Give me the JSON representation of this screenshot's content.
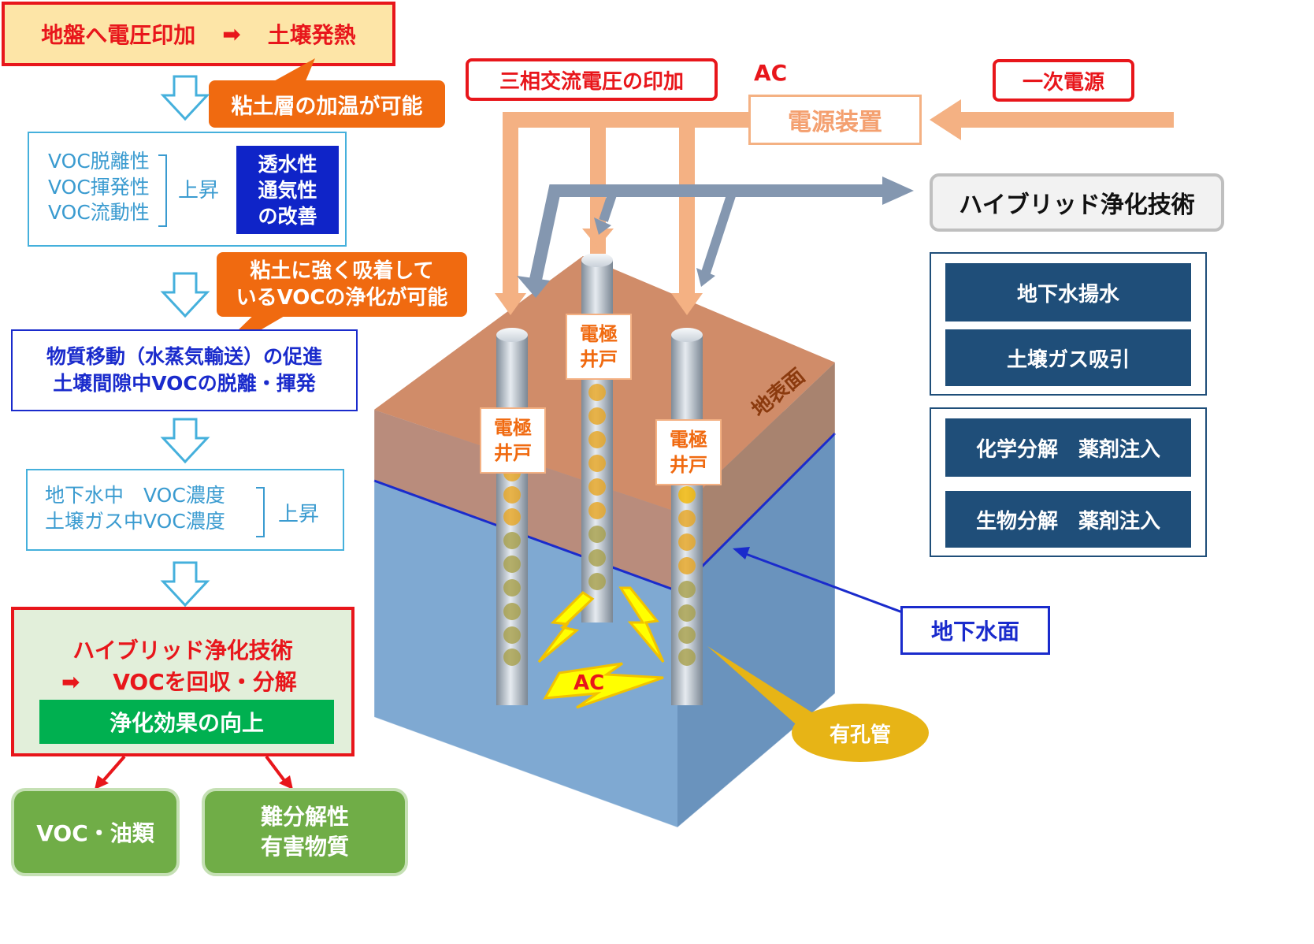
{
  "flow": {
    "top_box": {
      "left": "地盤へ電圧印加",
      "arrow": "➡",
      "right": "土壌発熱"
    },
    "callout1": "粘土層の加温が可能",
    "box2": {
      "lines": [
        "VOC脱離性",
        "VOC揮発性",
        "VOC流動性"
      ],
      "rise": "上昇",
      "improve": [
        "透水性",
        "通気性",
        "の改善"
      ]
    },
    "callout2": [
      "粘土に強く吸着して",
      "いるVOCの浄化が可能"
    ],
    "box3": [
      "物質移動（水蒸気輸送）の促進",
      "土壌間隙中VOCの脱離・揮発"
    ],
    "box4": {
      "lines": [
        "地下水中　VOC濃度",
        "土壌ガス中VOC濃度"
      ],
      "rise": "上昇"
    },
    "box5": {
      "title": "ハイブリッド浄化技術",
      "arrow": "➡",
      "line2": "VOCを回収・分解",
      "effect": "浄化効果の向上"
    },
    "out_left": "VOC・油類",
    "out_right": [
      "難分解性",
      "有害物質"
    ]
  },
  "diagram": {
    "three_phase": "三相交流電圧の印加",
    "ac_top": "AC",
    "primary": "一次電源",
    "power_unit": "電源装置",
    "hybrid": "ハイブリッド浄化技術",
    "group1": [
      "地下水揚水",
      "土壌ガス吸引"
    ],
    "group2": [
      "化学分解　薬剤注入",
      "生物分解　薬剤注入"
    ],
    "electrode_label": [
      "電極",
      "井戸"
    ],
    "surface": "地表面",
    "groundwater": "地下水面",
    "porous_pipe": "有孔管",
    "ac_mid": "AC"
  },
  "colors": {
    "red": "#e8161b",
    "orange": "#f06a10",
    "cyan_border": "#45b0dc",
    "cyan_text": "#3a9bd0",
    "blue": "#1a2bcc",
    "navy": "#1f4e79",
    "green": "#00b050",
    "green_box": "#70ad47",
    "arrow_orange": "#f4b183",
    "arrow_gray": "#8497b0",
    "gold": "#e7b416"
  }
}
